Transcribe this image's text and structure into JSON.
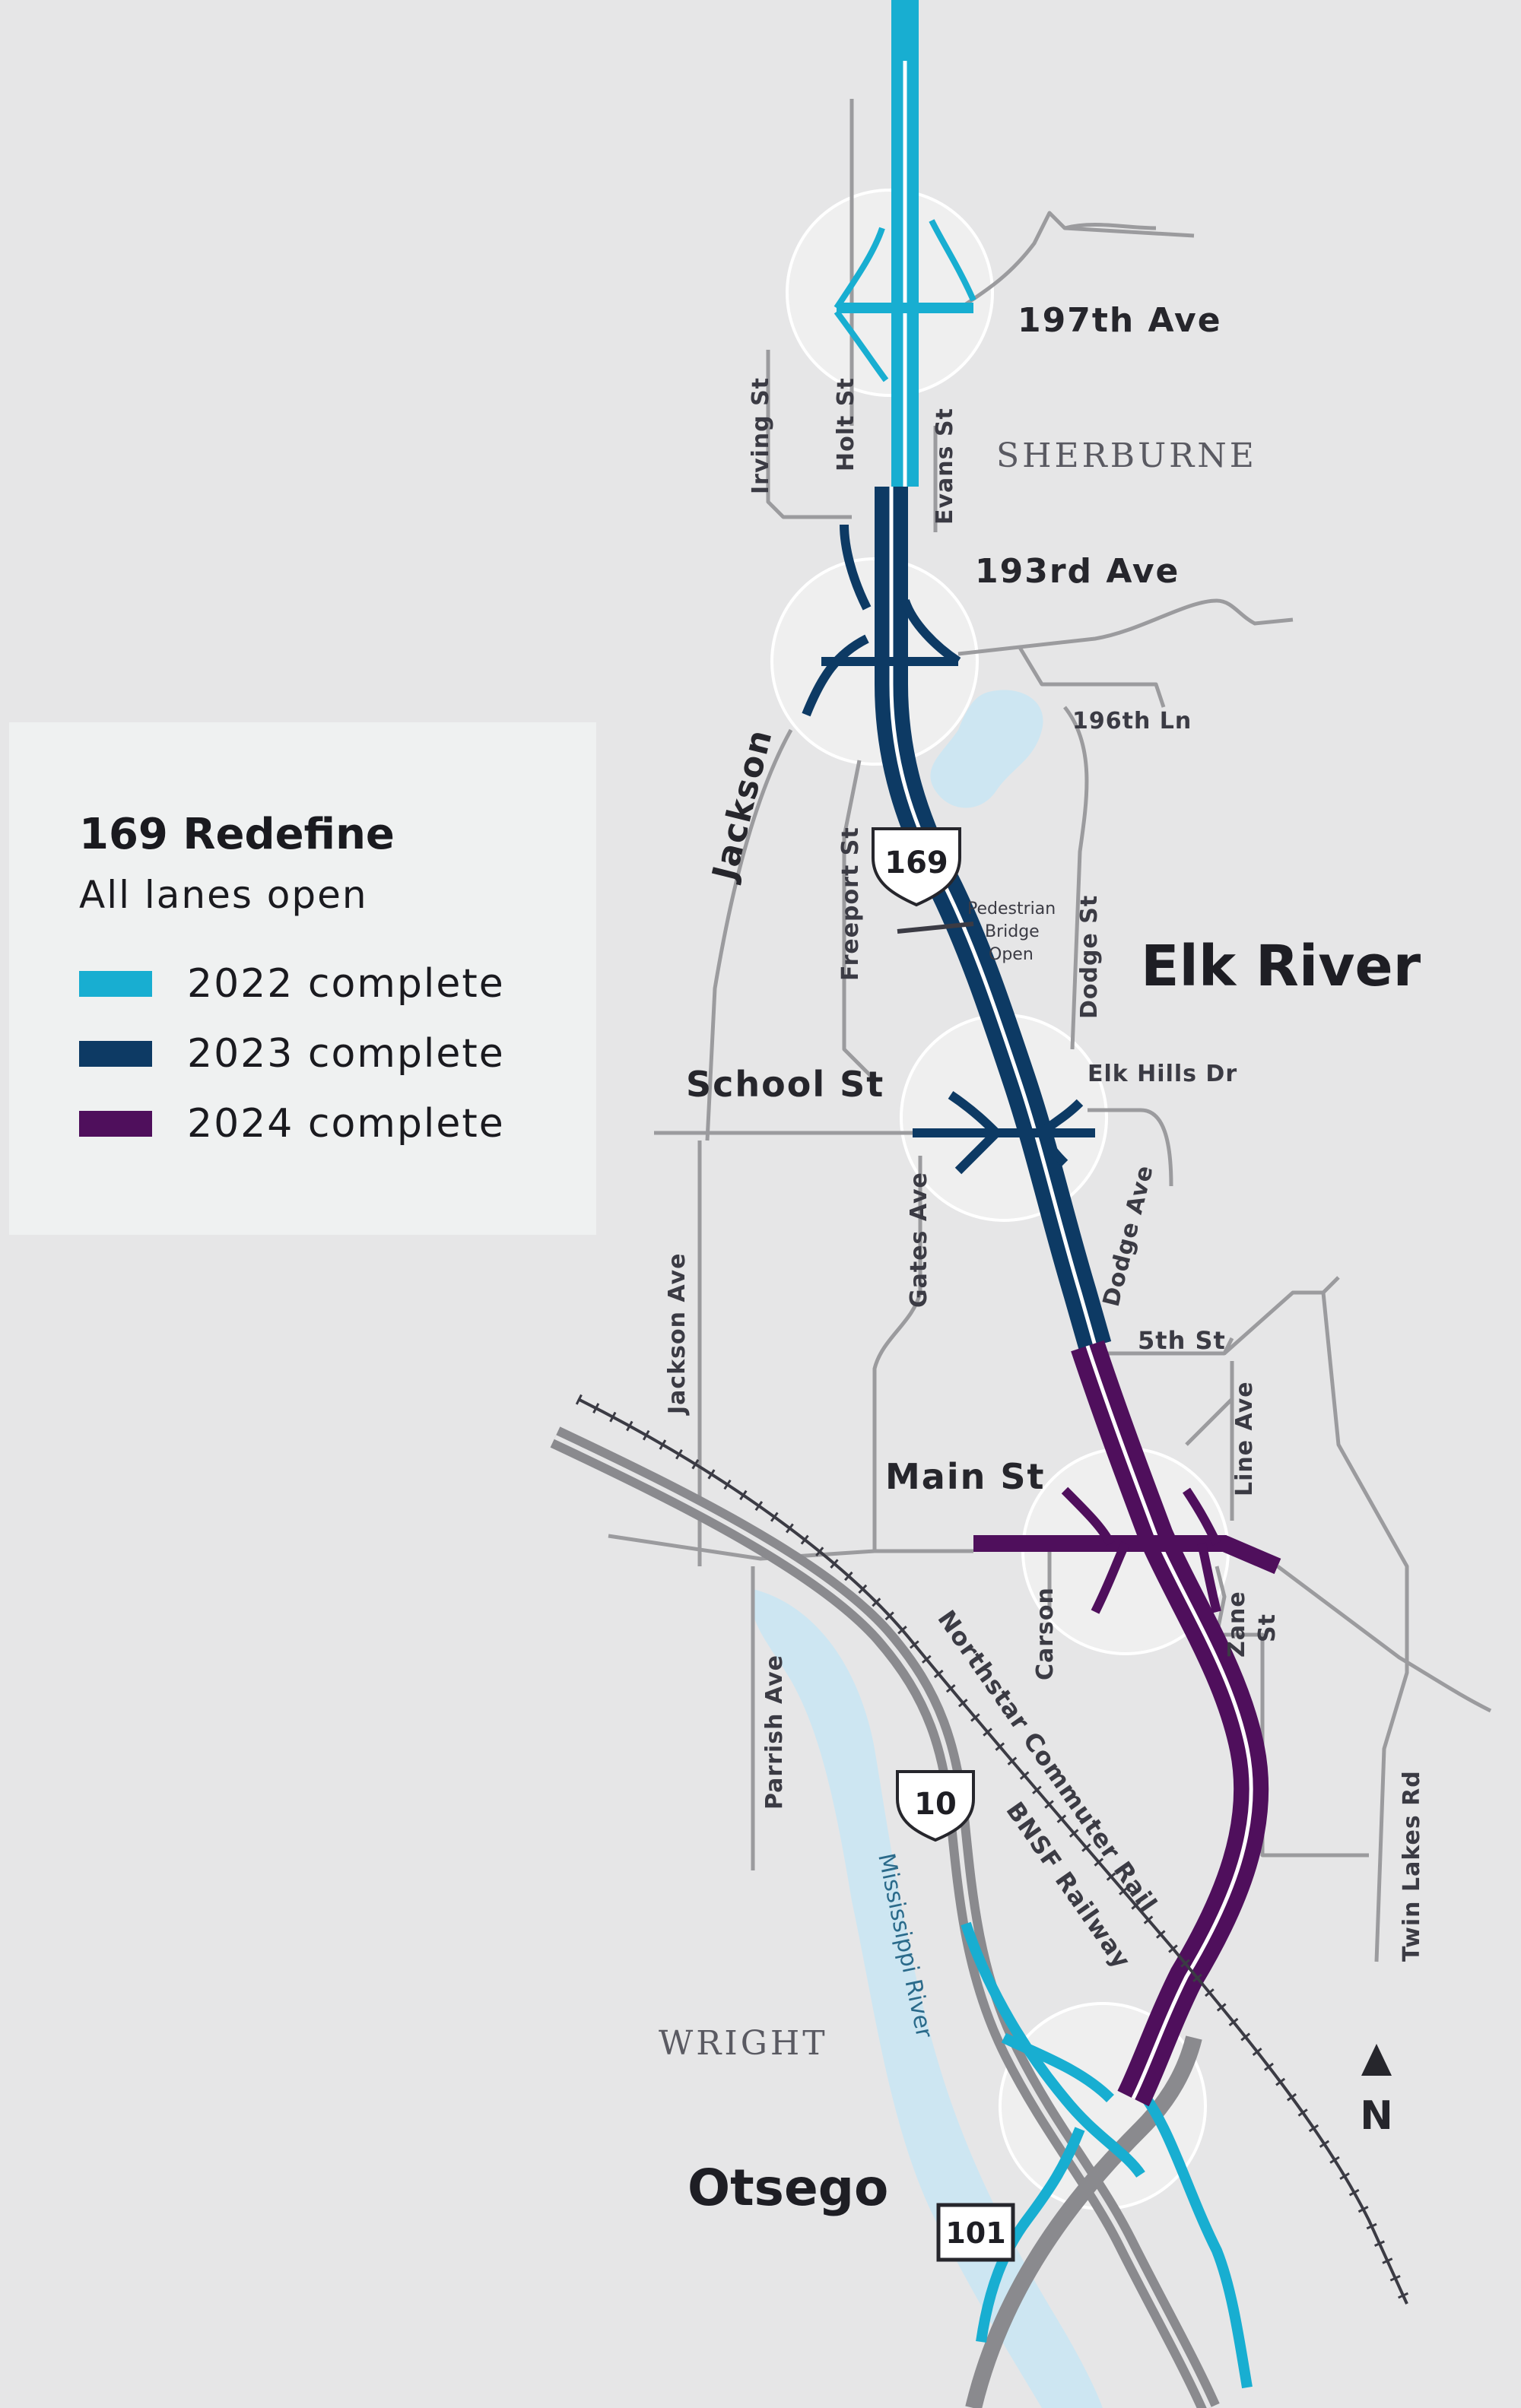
{
  "colors": {
    "background": "#e6e6e7",
    "road": "#9b9b9e",
    "highway": "#8a8a8e",
    "water": "#cde6f2",
    "circle": "#efefef",
    "complete_2022": "#18aed1",
    "complete_2023": "#0d3a64",
    "complete_2024": "#4f0f5c",
    "text": "#26262c"
  },
  "legend": {
    "title": "169 Redefine",
    "subtitle": "All lanes open",
    "items": [
      {
        "label": "2022 complete",
        "color": "#18aed1"
      },
      {
        "label": "2023 complete",
        "color": "#0d3a64"
      },
      {
        "label": "2024 complete",
        "color": "#4f0f5c"
      }
    ]
  },
  "map": {
    "interchanges": [
      "197th Ave",
      "193rd Ave",
      "School St",
      "Main St"
    ],
    "streets": {
      "irving": "Irving St",
      "holt": "Holt St",
      "evans": "Evans St",
      "ln196": "196th Ln",
      "jackson": "Jackson",
      "freeport": "Freeport St",
      "dodge": "Dodge St",
      "elk_hills": "Elk Hills Dr",
      "gates": "Gates Ave",
      "dodge_ave": "Dodge Ave",
      "jackson_ave": "Jackson Ave",
      "fifth": "5th St",
      "line_ave": "Line Ave",
      "carson": "Carson",
      "zane_1": "Zane",
      "zane_2": "St",
      "parrish": "Parrish Ave",
      "northstar": "Northstar Commuter Rail",
      "bnsf": "BNSF Railway",
      "mississippi": "Mississippi River",
      "twin_lakes": "Twin Lakes Rd"
    },
    "pedestrian_bridge": [
      "Pedestrian",
      "Bridge",
      "Open"
    ],
    "counties": [
      "SHERBURNE",
      "WRIGHT"
    ],
    "cities": [
      "Elk River",
      "Otsego"
    ],
    "shields": {
      "us169": "169",
      "us10": "10",
      "hwy101": "101"
    },
    "north_arrow": "N"
  }
}
